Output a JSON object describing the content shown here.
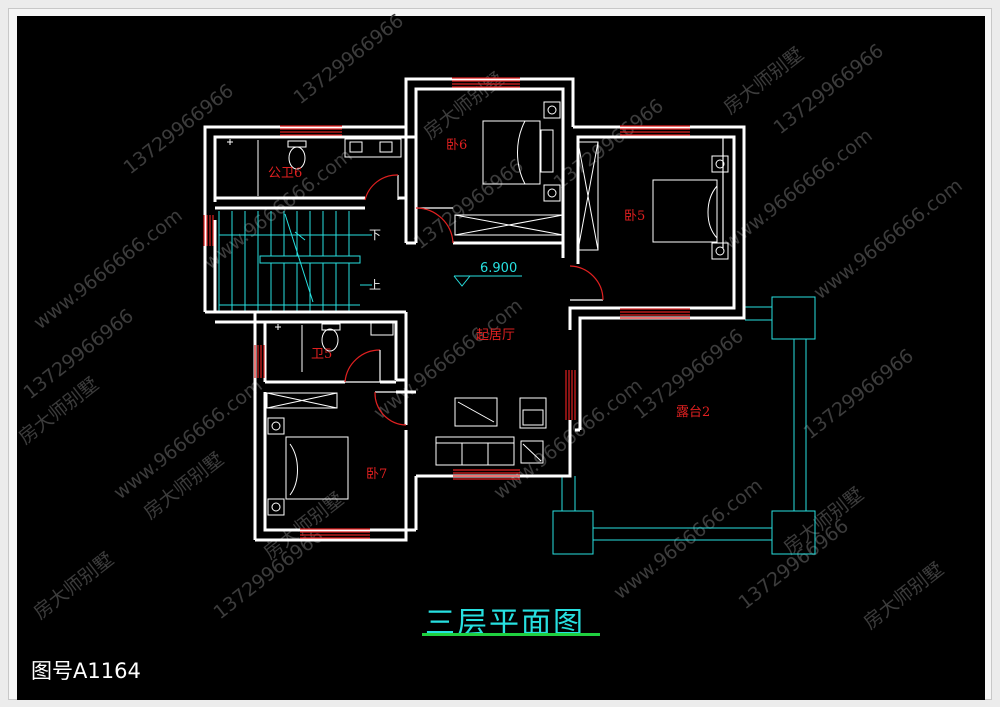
{
  "title": "三层平面图",
  "drawing_number": "图号A1164",
  "elevation": "6.900",
  "stair": {
    "down": "下",
    "up": "上"
  },
  "rooms": {
    "bedroom_6": "卧6",
    "bedroom_5": "卧5",
    "bedroom_7": "卧7",
    "public_bath_6": "公卫6",
    "bath_5": "卫5",
    "living_room": "起居厅",
    "terrace_2": "露台2"
  },
  "watermark": {
    "phone": "13729966966",
    "site": "www.9666666.com",
    "brand": "房大师别墅"
  },
  "colors": {
    "background": "#000000",
    "wall": "#ffffff",
    "window": "#e02020",
    "furniture": "#ffffff",
    "stair": "#27e0e0",
    "terrace": "#27e0e0",
    "label": "#e02020",
    "title": "#27e0e0",
    "title_underline": "#20d040",
    "watermark": "#3c3c3c"
  }
}
